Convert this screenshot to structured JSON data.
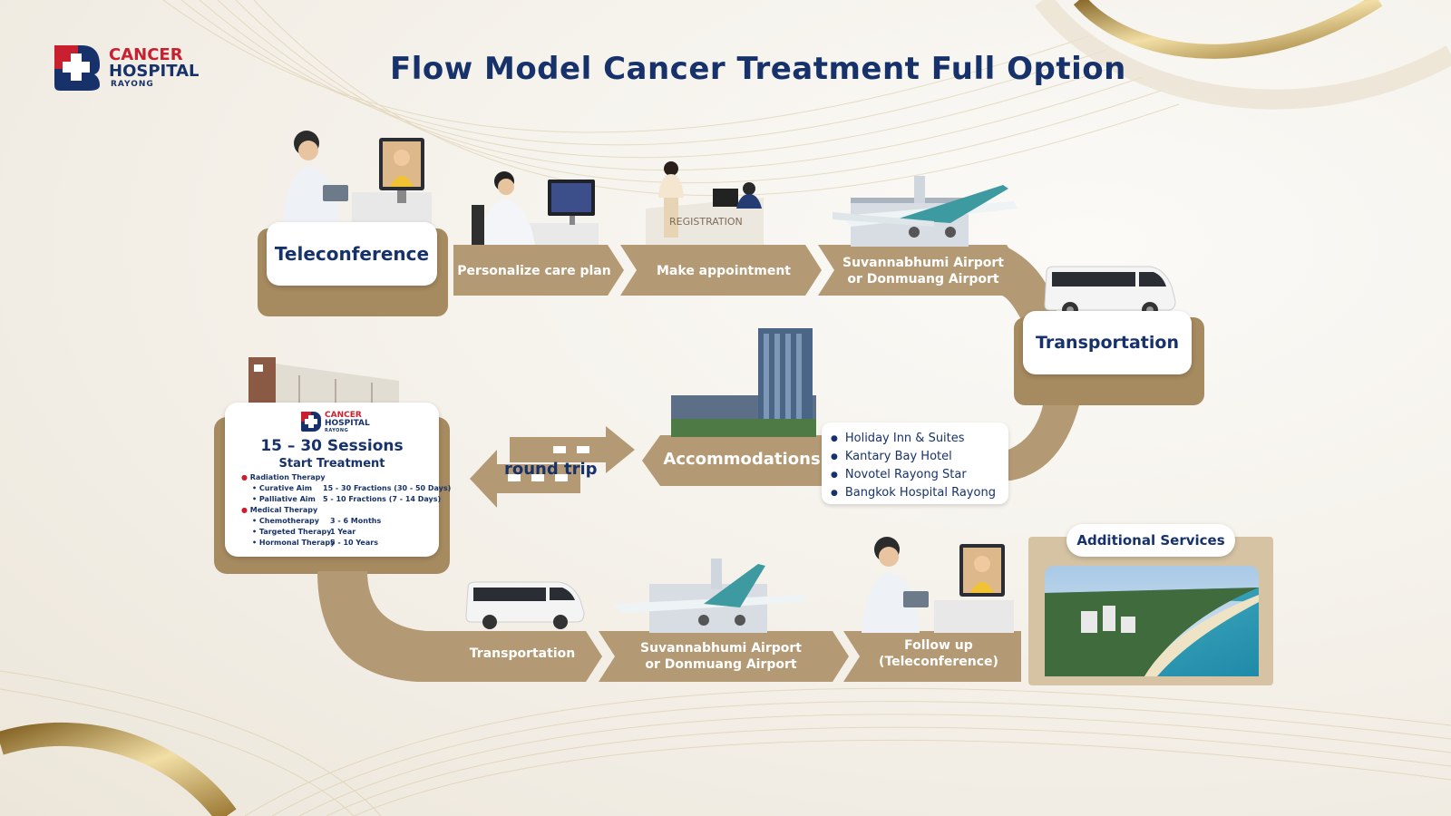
{
  "title": "Flow Model Cancer Treatment Full Option",
  "logo": {
    "line1": "CANCER",
    "line2": "HOSPITAL",
    "line3": "RAYONG"
  },
  "steps": {
    "teleconference": "Teleconference",
    "personalize": "Personalize care plan",
    "appointment": "Make appointment",
    "airport1_line1": "Suvannabhumi Airport",
    "airport1_line2": "or Donmuang Airport",
    "transportation1": "Transportation",
    "accommodations": "Accommodations",
    "round_trip": "round trip",
    "transportation2": "Transportation",
    "airport2_line1": "Suvannabhumi Airport",
    "airport2_line2": "or Donmuang Airport",
    "followup_line1": "Follow up",
    "followup_line2": "(Teleconference)",
    "additional": "Additional Services"
  },
  "hotels": [
    "Holiday Inn & Suites",
    "Kantary Bay Hotel",
    "Novotel Rayong Star",
    "Bangkok Hospital Rayong"
  ],
  "treatment": {
    "logo_line1": "CANCER",
    "logo_line2": "HOSPITAL",
    "logo_line3": "RAYONG",
    "sessions": "15 – 30 Sessions",
    "start": "Start Treatment",
    "radiation": "Radiation Therapy",
    "curative": "Curative Aim",
    "curative_val": "15 - 30 Fractions (30 - 50 Days)",
    "palliative": "Palliative Aim",
    "palliative_val": "5 - 10 Fractions  (7 - 14 Days)",
    "medical": "Medical Therapy",
    "chemo": "Chemotherapy",
    "chemo_val": "3 - 6 Months",
    "targeted": "Targeted Therapy",
    "targeted_val": "1 Year",
    "hormonal": "Hormonal Therapy",
    "hormonal_val": "5 - 10 Years"
  },
  "colors": {
    "navy": "#17326b",
    "red": "#c8202f",
    "gold": "#b49a74",
    "gold_dark": "#8c7350"
  }
}
